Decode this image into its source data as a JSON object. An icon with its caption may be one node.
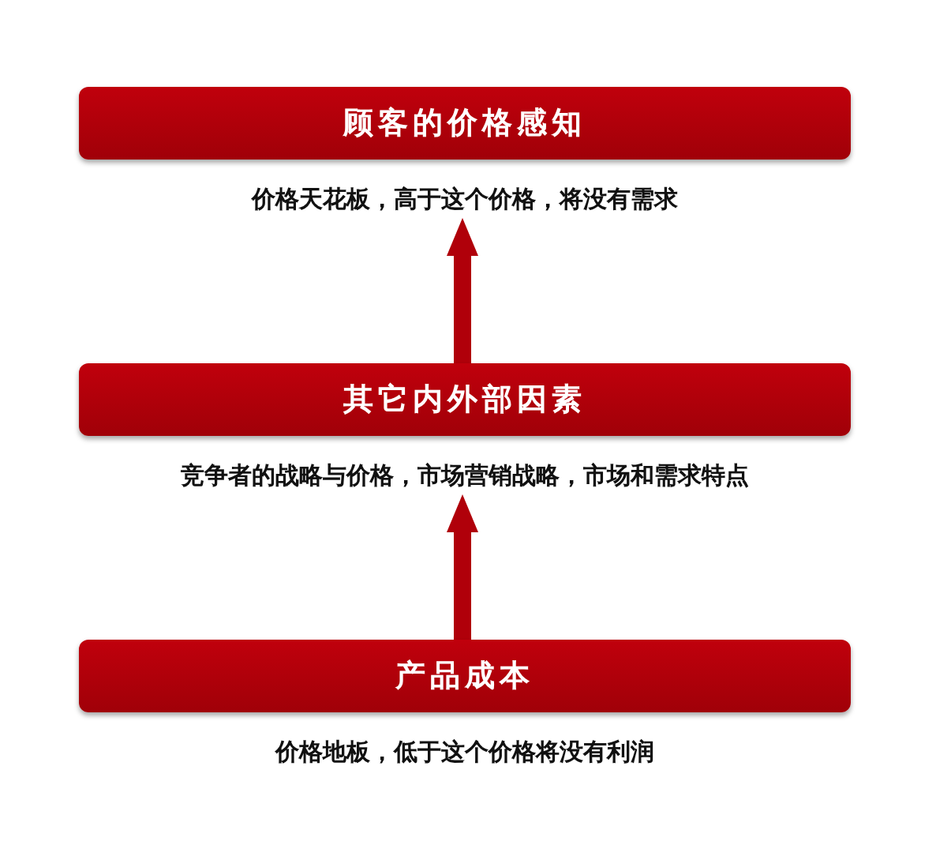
{
  "diagram": {
    "nodes": [
      {
        "text": [
          "顾客的价格感知",
          "价格天花板，高于这个价格，将没有需求"
        ]
      },
      {
        "text": [
          "其它内外部因素",
          "竞争者的战略与价格，市场营销战略，市场和需求特点"
        ]
      },
      {
        "text": [
          "产品成本",
          "价格地板，低于这个价格将没有利润"
        ]
      }
    ],
    "edges": [
      {
        "from": 1,
        "to": 0,
        "arrow": "to"
      },
      {
        "from": 2,
        "to": 1,
        "arrow": "to"
      }
    ]
  }
}
